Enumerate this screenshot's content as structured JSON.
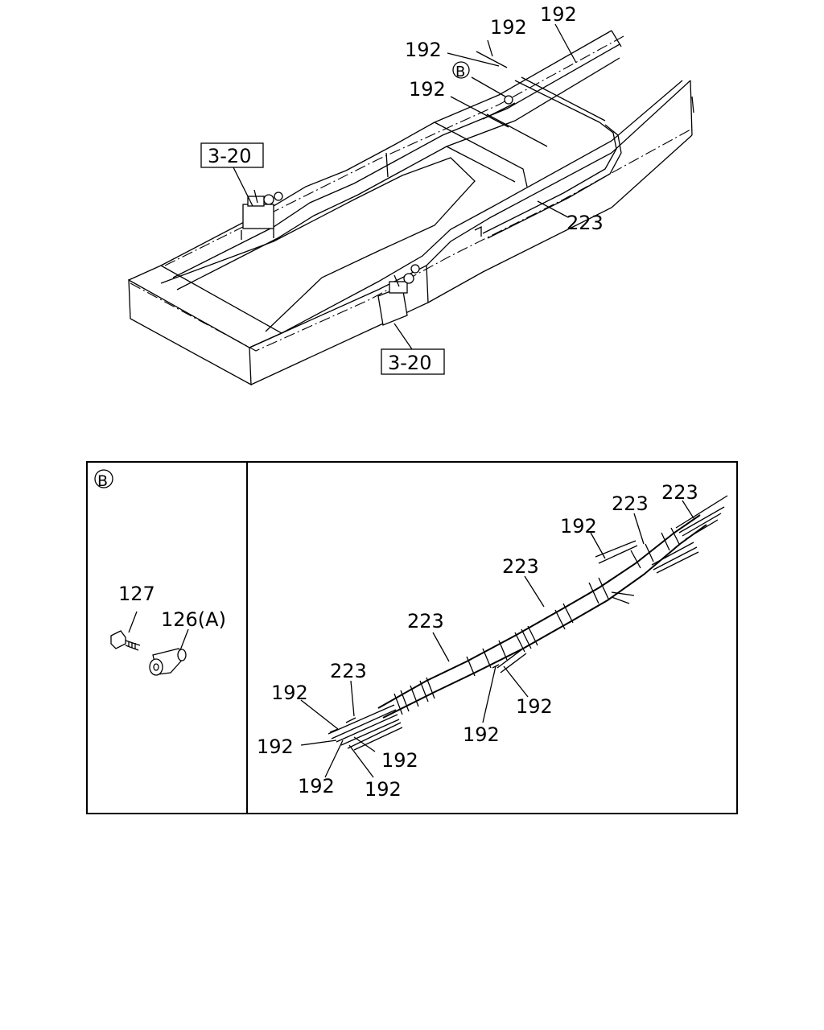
{
  "upper_diagram": {
    "callouts": {
      "part_192_top": "192",
      "part_192_top_left": "192",
      "part_192_left": "192",
      "part_192_mid": "192",
      "detail_ref": "B",
      "part_223": "223",
      "ref_box_upper": "3-20",
      "ref_box_lower": "3-20"
    }
  },
  "detail_panel": {
    "ref_circle": "B",
    "left_callouts": {
      "part_127": "127",
      "part_126": "126(A)"
    },
    "harness_callouts": {
      "c223_far_right": "223",
      "c223_right": "223",
      "c192_right": "192",
      "c223_center": "223",
      "c223_mid": "223",
      "c223_left": "223",
      "c192_left_top": "192",
      "c192_left_mid": "192",
      "c192_bottom_1": "192",
      "c192_bottom_2": "192",
      "c192_bottom_3": "192",
      "c192_center_low": "192",
      "c192_center_right": "192"
    }
  }
}
